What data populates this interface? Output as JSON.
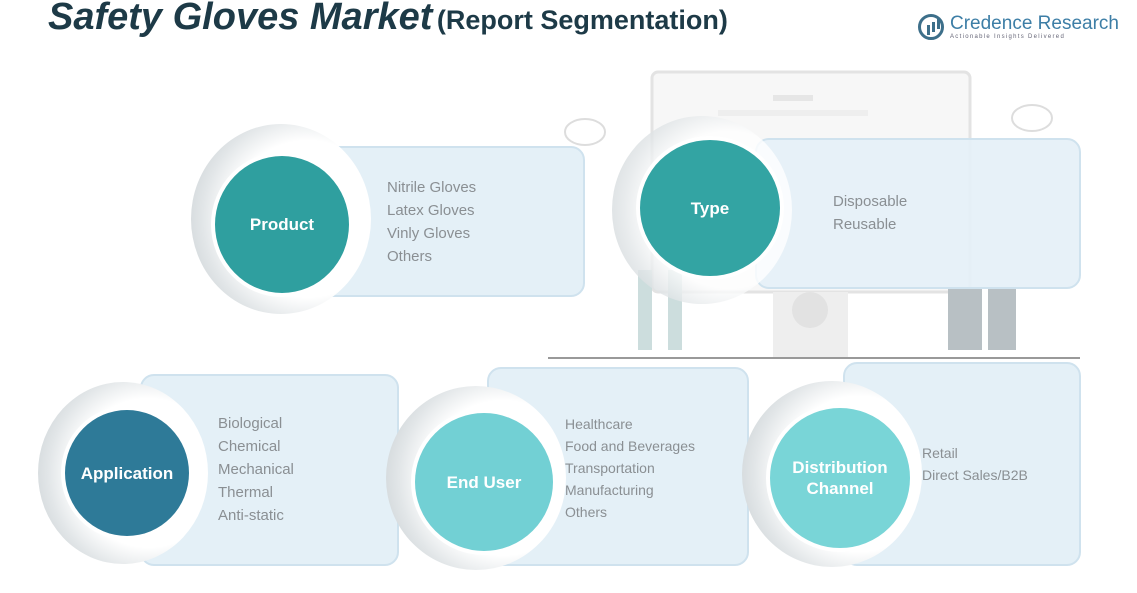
{
  "title": {
    "main": "Safety Gloves Market",
    "sub": "(Report Segmentation)"
  },
  "logo": {
    "name": "Credence Research",
    "tagline": "Actionable Insights Delivered"
  },
  "segments": {
    "product": {
      "label": "Product",
      "items": [
        "Nitrile Gloves",
        "Latex Gloves",
        "Vinly Gloves",
        "Others"
      ]
    },
    "type": {
      "label": "Type",
      "items": [
        "Disposable",
        "Reusable"
      ]
    },
    "application": {
      "label": "Application",
      "items": [
        "Biological",
        "Chemical",
        "Mechanical",
        "Thermal",
        "Anti-static"
      ]
    },
    "end_user": {
      "label": "End User",
      "items": [
        "Healthcare",
        "Food and Beverages",
        "Transportation",
        "Manufacturing",
        "Others"
      ]
    },
    "distribution": {
      "label": "Distribution Channel",
      "items": [
        "Retail",
        "Direct Sales/B2B"
      ]
    }
  },
  "colors": {
    "product": "#2f9f9f",
    "type": "#33a4a3",
    "application": "#2e7a98",
    "end_user": "#72d0d4",
    "distribution": "#79d5d7"
  }
}
